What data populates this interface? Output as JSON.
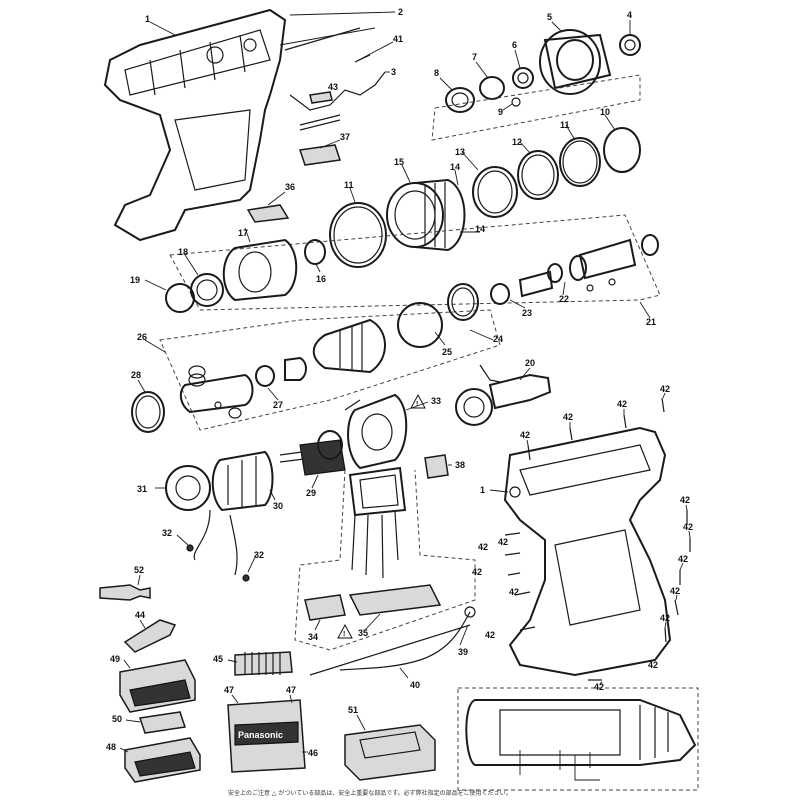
{
  "brand_label": "Panasonic",
  "footnote": "安全上のご注意 △ がついている部品は、安全上重要な部品です。必ず弊社指定の部品をご使用ください。",
  "callouts": [
    {
      "id": "c1a",
      "label": "1"
    },
    {
      "id": "c2",
      "label": "2"
    },
    {
      "id": "c41",
      "label": "41"
    },
    {
      "id": "c3",
      "label": "3"
    },
    {
      "id": "c43",
      "label": "43"
    },
    {
      "id": "c37",
      "label": "37"
    },
    {
      "id": "c36",
      "label": "36"
    },
    {
      "id": "c5",
      "label": "5"
    },
    {
      "id": "c4",
      "label": "4"
    },
    {
      "id": "c8",
      "label": "8"
    },
    {
      "id": "c7",
      "label": "7"
    },
    {
      "id": "c6",
      "label": "6"
    },
    {
      "id": "c9",
      "label": "9"
    },
    {
      "id": "c13",
      "label": "13"
    },
    {
      "id": "c12",
      "label": "12"
    },
    {
      "id": "c11a",
      "label": "11"
    },
    {
      "id": "c10",
      "label": "10"
    },
    {
      "id": "c15",
      "label": "15"
    },
    {
      "id": "c11b",
      "label": "11"
    },
    {
      "id": "c14a",
      "label": "14"
    },
    {
      "id": "c14b",
      "label": "14"
    },
    {
      "id": "c17",
      "label": "17"
    },
    {
      "id": "c18",
      "label": "18"
    },
    {
      "id": "c16",
      "label": "16"
    },
    {
      "id": "c19",
      "label": "19"
    },
    {
      "id": "c22",
      "label": "22"
    },
    {
      "id": "c23",
      "label": "23"
    },
    {
      "id": "c21",
      "label": "21"
    },
    {
      "id": "c26",
      "label": "26"
    },
    {
      "id": "c25",
      "label": "25"
    },
    {
      "id": "c24",
      "label": "24"
    },
    {
      "id": "c20",
      "label": "20"
    },
    {
      "id": "c28",
      "label": "28"
    },
    {
      "id": "c27",
      "label": "27"
    },
    {
      "id": "c33",
      "label": "33"
    },
    {
      "id": "c38",
      "label": "38"
    },
    {
      "id": "c29",
      "label": "29"
    },
    {
      "id": "c31",
      "label": "31"
    },
    {
      "id": "c30",
      "label": "30"
    },
    {
      "id": "c32a",
      "label": "32"
    },
    {
      "id": "c32b",
      "label": "32"
    },
    {
      "id": "c52",
      "label": "52"
    },
    {
      "id": "c44",
      "label": "44"
    },
    {
      "id": "c45",
      "label": "45"
    },
    {
      "id": "c49",
      "label": "49"
    },
    {
      "id": "c50",
      "label": "50"
    },
    {
      "id": "c48",
      "label": "48"
    },
    {
      "id": "c47a",
      "label": "47"
    },
    {
      "id": "c47b",
      "label": "47"
    },
    {
      "id": "c46",
      "label": "46"
    },
    {
      "id": "c51",
      "label": "51"
    },
    {
      "id": "c34",
      "label": "34"
    },
    {
      "id": "c35",
      "label": "35"
    },
    {
      "id": "c39",
      "label": "39"
    },
    {
      "id": "c40",
      "label": "40"
    },
    {
      "id": "c1b",
      "label": "1"
    },
    {
      "id": "c42a",
      "label": "42"
    },
    {
      "id": "c42b",
      "label": "42"
    },
    {
      "id": "c42c",
      "label": "42"
    },
    {
      "id": "c42d",
      "label": "42"
    },
    {
      "id": "c42e",
      "label": "42"
    },
    {
      "id": "c42f",
      "label": "42"
    },
    {
      "id": "c42g",
      "label": "42"
    },
    {
      "id": "c42h",
      "label": "42"
    },
    {
      "id": "c42i",
      "label": "42"
    },
    {
      "id": "c42j",
      "label": "42"
    },
    {
      "id": "c42k",
      "label": "42"
    },
    {
      "id": "c42l",
      "label": "42"
    },
    {
      "id": "c42m",
      "label": "42"
    },
    {
      "id": "c42n",
      "label": "42"
    },
    {
      "id": "c42o",
      "label": "42"
    },
    {
      "id": "c42p",
      "label": "42"
    }
  ]
}
